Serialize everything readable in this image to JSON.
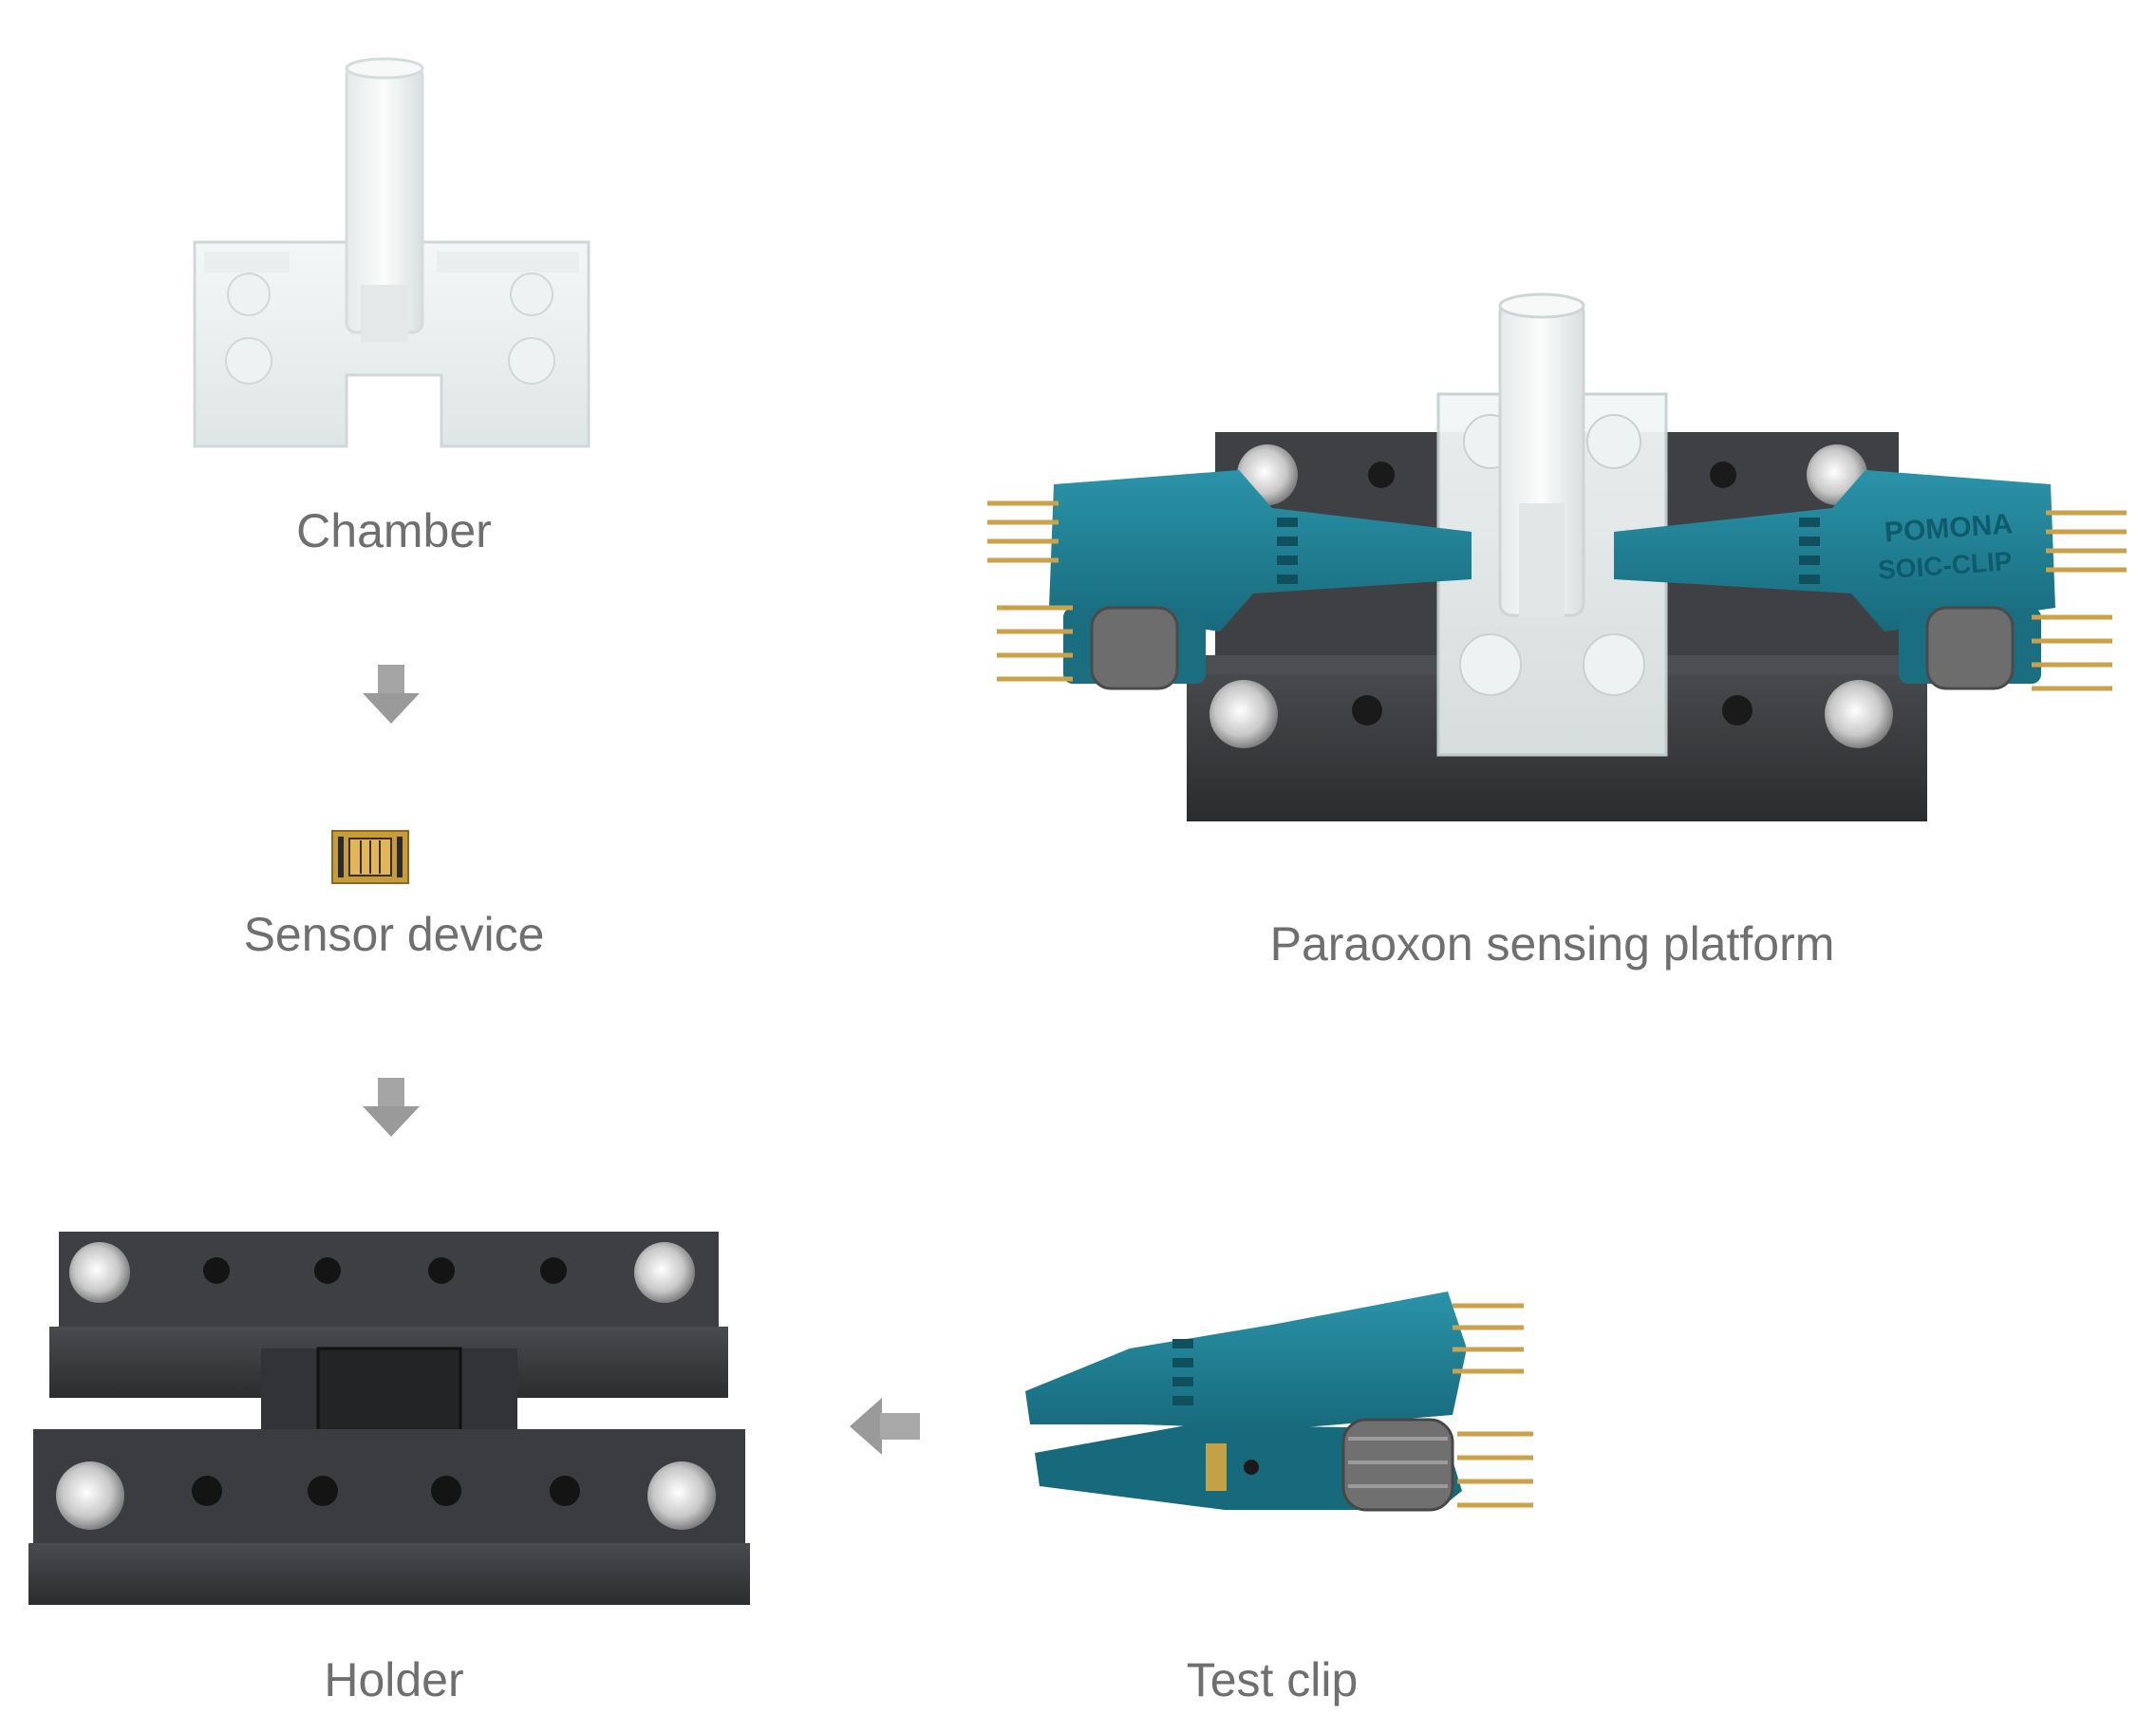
{
  "labels": {
    "chamber": "Chamber",
    "sensor": "Sensor device",
    "platform": "Paraoxon sensing platform",
    "holder": "Holder",
    "clip": "Test clip"
  },
  "clip_text": {
    "brand": "POMONA",
    "model": "SOIC-CLIP"
  },
  "colors": {
    "label_text": "#6f6f6f",
    "clip_teal": "#1e7f95",
    "holder_black": "#3a3b3d",
    "pin_gold": "#c9a24a",
    "arrow_gray": "#9a9a9a"
  },
  "arrows": [
    "arrow-down",
    "arrow-down",
    "arrow-left"
  ]
}
